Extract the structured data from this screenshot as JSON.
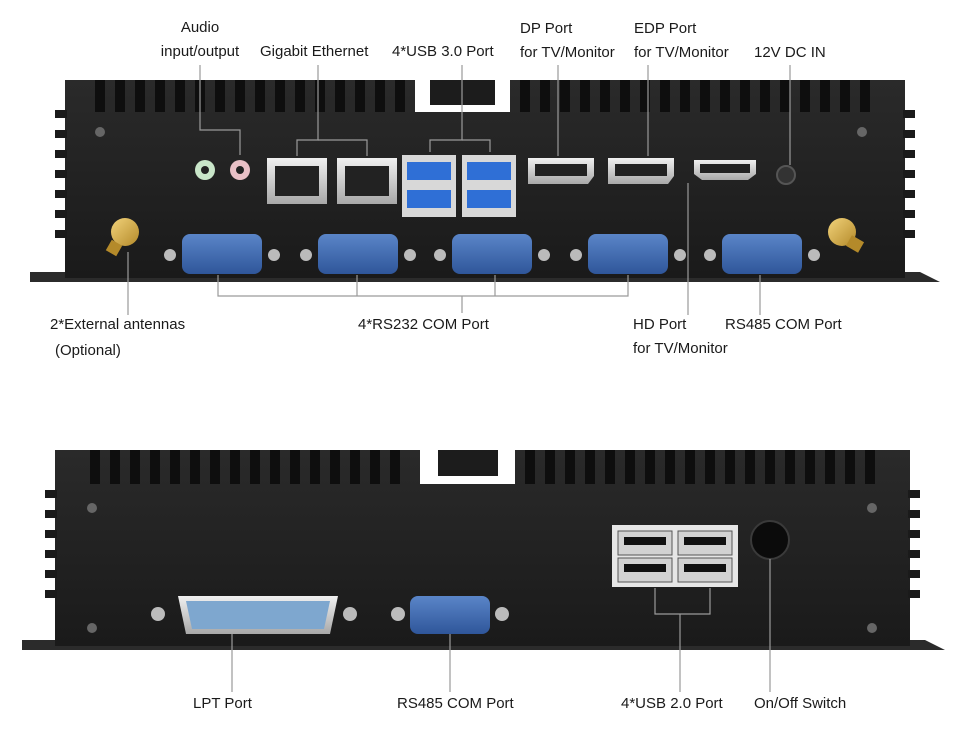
{
  "top_panel": {
    "labels": {
      "audio_line1": "Audio",
      "audio_line2": "input/output",
      "gigabit": "Gigabit Ethernet",
      "usb30": "4*USB 3.0 Port",
      "dp_line1": "DP Port",
      "dp_line2": "for TV/Monitor",
      "edp_line1": "EDP Port",
      "edp_line2": "for TV/Monitor",
      "dc_in": "12V DC IN",
      "antenna_line1": "2*External antennas",
      "antenna_line2": "(Optional)",
      "rs232": "4*RS232 COM Port",
      "hd_line1": "HD Port",
      "hd_line2": "for TV/Monitor",
      "rs485": "RS485 COM Port"
    }
  },
  "bottom_panel": {
    "labels": {
      "lpt": "LPT Port",
      "rs485": "RS485 COM Port",
      "usb20": "4*USB 2.0 Port",
      "power": "On/Off Switch"
    }
  },
  "colors": {
    "chassis": "#1c1c1c",
    "chassis_face": "#232323",
    "port_blue": "#3b63a8",
    "usb3_blue": "#2f6fd6",
    "leader_line": "#9a9a9a",
    "text": "#1a1a1a"
  }
}
